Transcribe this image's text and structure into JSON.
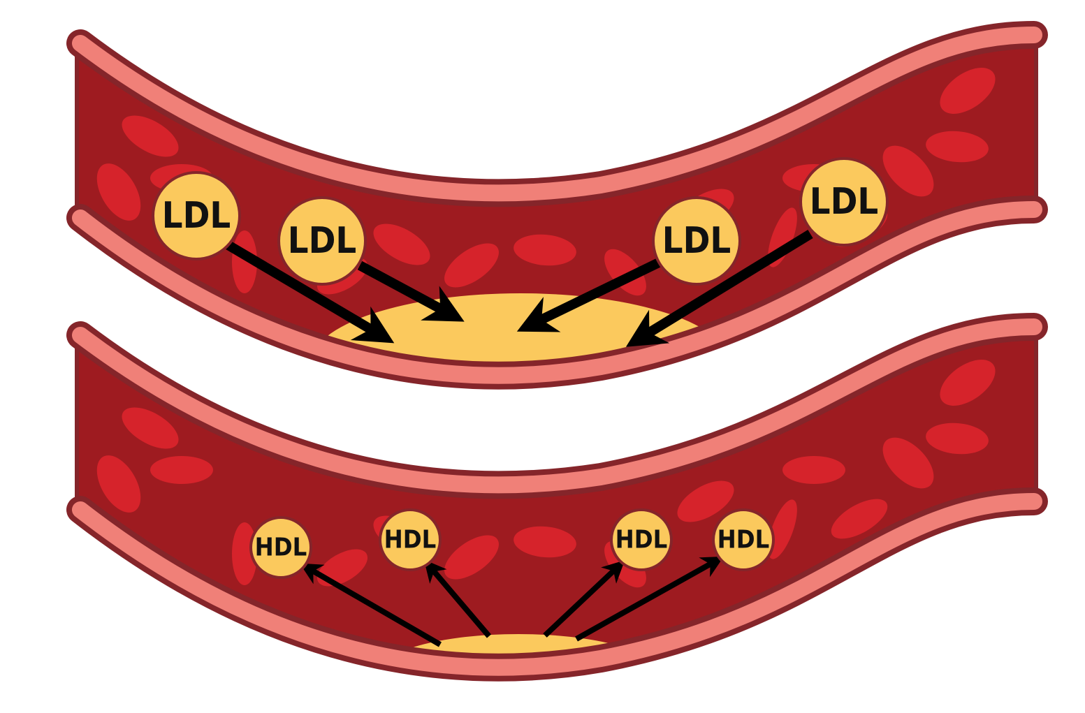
{
  "title": "LDL vs HDL in an artery",
  "colors": {
    "blood": "#9e1b20",
    "wall": "#f08078",
    "outline": "#85252a",
    "cell": "#d6232b",
    "plaque": "#fbc95d",
    "arrow": "#000000"
  },
  "top_panel": {
    "particles": [
      {
        "label": "LDL"
      },
      {
        "label": "LDL"
      },
      {
        "label": "LDL"
      },
      {
        "label": "LDL"
      }
    ]
  },
  "bottom_panel": {
    "particles": [
      {
        "label": "HDL"
      },
      {
        "label": "HDL"
      },
      {
        "label": "HDL"
      },
      {
        "label": "HDL"
      }
    ]
  }
}
